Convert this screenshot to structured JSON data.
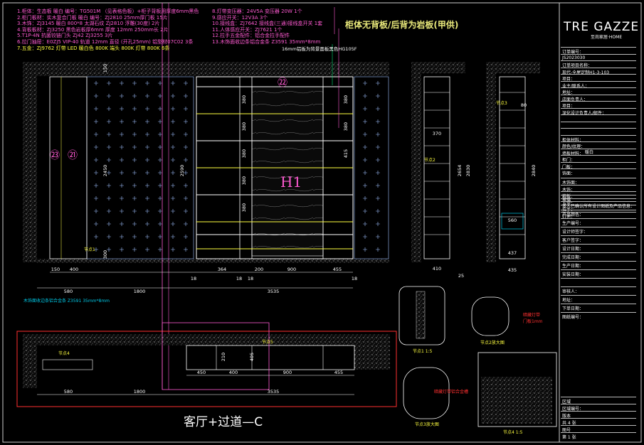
{
  "notes_left": [
    "1.柜体：生态板 暖白 编号：TG501M （见表格色板）+柜子背板用厚度6mm黑色",
    "2.柜门板材：实木复合门板 暖白 编号：ZJ2810 25mm厚门板 15片",
    "3.木饰：ZJ3145 暖白 800*8 太湖石纹 ZJ2810 浮雕(30度) 2片",
    "4.背板板材：ZJ3250 黑色岩板厚6mm 厚度 12mm 250mm长 2片",
    "5.T1P-4N 抗菌铰链门头 ZJ42 ZJ3255 3片",
    "6.拉门抽屉：E0ZJ5 VIP-40 轨道 12mm 直径 (开孔25mm) 铝型材07C02 3条",
    "7.五金：ZJ9762 灯带 LED 暖白色 800K 端头 800K 灯带 800K 6条"
  ],
  "notes_mid": [
    "8.灯带变压器：24V5A 变压器 20W 1个",
    "9.感应开关：12V3A 3个",
    "10.接线盒：ZJ7642 接线盒(三通)接线盒开关 1套",
    "11.人体感应开关：ZJ7621 1个",
    "12.拉手五金配件：铝合金拉手配件",
    "13.木饰面收边条铝合金条 Z3591 35mm*8mm"
  ],
  "callout_top": "柜体无背板/后背为岩板(甲供)",
  "callout_small": "16mm铝板为背景面板黑色HG105F",
  "cabinet_mark": "H1",
  "bubbles": [
    "㉓",
    "㉑",
    "㉒"
  ],
  "elevation_dims_bottom": [
    "150",
    "400",
    "364",
    "200",
    "900",
    "455"
  ],
  "elevation_dims_total": [
    "580",
    "1800",
    "3535"
  ],
  "elevation_dims_small": [
    "18",
    "18",
    "18",
    "18"
  ],
  "elevation_dims_vertical": [
    "2450",
    "2590",
    "150",
    "300",
    "380",
    "380",
    "380",
    "380",
    "380",
    "380",
    "380",
    "415"
  ],
  "section_dims": [
    "410",
    "25",
    "435",
    "370",
    "2654",
    "2830",
    "560",
    "437",
    "2840",
    "80"
  ],
  "plan_dims_inner": [
    "450",
    "400",
    "900",
    "455",
    "210",
    "405"
  ],
  "plan_dims_total": [
    "580",
    "1800",
    "3535"
  ],
  "bottom_left_label": "木饰面收边条铝合金条 Z3591 35mm*8mm",
  "room_label": "客厅+过道—C",
  "detail_labels": [
    "节点1 1:5",
    "节点2放大图",
    "节点3放大图",
    "节点4 1:5"
  ],
  "detail_side": [
    "暗藏灯带",
    "门板1mm",
    "暗藏灯带铝合金槽"
  ],
  "node_labels": [
    "节点1",
    "节点2",
    "节点3",
    "节点4",
    "节点5"
  ],
  "title_block": {
    "logo": "TRE GAZZE",
    "logo_sub": "至尚家居·HOME",
    "rows_top": [
      "订单编号：",
      "JS2023030",
      "订单项目名称：",
      "现代-全屋定制H1-3-103",
      "项目：",
      "业主/联系人：",
      "地址：",
      "店面负责人：",
      "项目：",
      "深化设计负责人/邮件：",
      "",
      "",
      "",
      "柜体材料：",
      "颜色/纹理：",
      "墙板材料：",
      "柜门：",
      "门板：",
      "饰面："
    ],
    "labels_mid": [
      "木饰面：",
      "木饰：",
      "岩板：",
      "五金：",
      "拉手：",
      "灯光："
    ],
    "row_glass": "玻璃",
    "value_a": "暖白",
    "row_note": "本人已确认所有设计图纸及产品信息：",
    "rows_mid": [
      "产品颜色：",
      "生产编号：",
      "设计师签字：",
      "客户签字：",
      "设计日期：",
      "完成日期：",
      "生产日期：",
      "安装日期：",
      "",
      "审核人：",
      "地址：",
      "下单日期：",
      "图纸编号："
    ],
    "rows_bottom": [
      "区域",
      "区域编号：",
      "版本",
      "共 4 张",
      "图号",
      "第 1 张"
    ]
  },
  "colors": {
    "cyan": "#00c8e6",
    "green": "#00e070",
    "red": "#ff3030",
    "magenta": "#ff5ad2",
    "yellow": "#ffff40",
    "white": "#ffffff",
    "grey": "#a8a8a8",
    "blue": "#3050ff"
  }
}
